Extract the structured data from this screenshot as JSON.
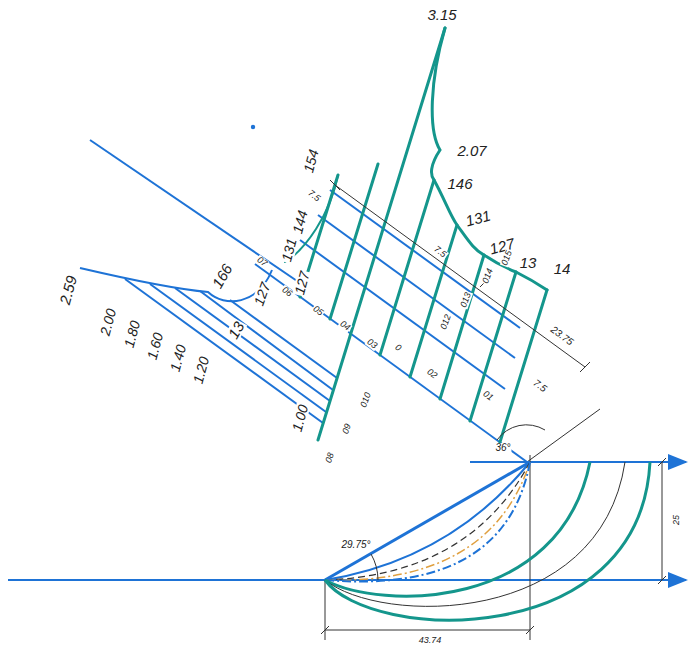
{
  "diagram": {
    "labels": [
      "3.15",
      "2.07",
      "154",
      "144",
      "131",
      "127",
      "146",
      "131",
      "127",
      "13",
      "14",
      "2.59",
      "2.00",
      "1.80",
      "1.60",
      "1.40",
      "1.20",
      "1.00",
      "166",
      "13",
      "127",
      "7.5",
      "7.5",
      "7.5",
      "23.75",
      "36°",
      "29.75°",
      "43.74",
      "25",
      "07",
      "06",
      "05",
      "04",
      "03",
      "0",
      "02",
      "01",
      "08",
      "09",
      "010",
      "012",
      "013",
      "014",
      "015"
    ]
  }
}
